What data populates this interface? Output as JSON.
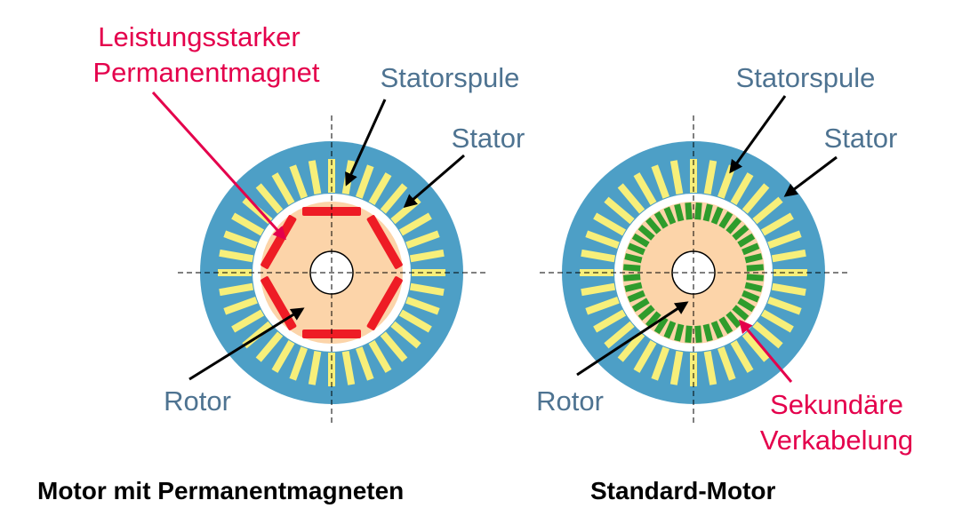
{
  "colors": {
    "stator": "#4d9fc6",
    "rotor": "#fcd4a9",
    "coil": "#f7ef7a",
    "magnet": "#ee1c25",
    "secondary_wiring": "#2e9c2c",
    "label_blue": "#4e7391",
    "label_red": "#e4004c",
    "caption": "#000000"
  },
  "left_motor": {
    "magnet_label": [
      "Leistungsstarker",
      "Permanentmagnet"
    ],
    "stator_coil_label": "Statorspule",
    "stator_label": "Stator",
    "rotor_label": "Rotor",
    "caption": "Motor mit Permanentmagneten"
  },
  "right_motor": {
    "stator_coil_label": "Statorspule",
    "stator_label": "Stator",
    "rotor_label": "Rotor",
    "secondary_label": [
      "Sekundäre",
      "Verkabelung"
    ],
    "caption": "Standard-Motor"
  },
  "icons": {
    "arrow": "arrow-icon"
  }
}
